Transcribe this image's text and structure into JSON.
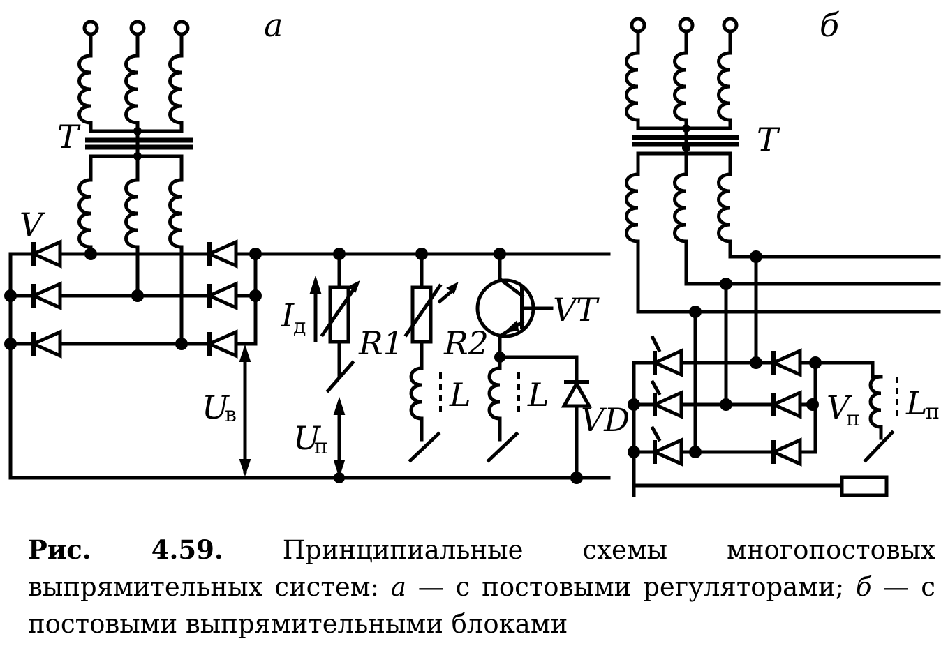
{
  "diagram": {
    "panel_a": {
      "letter": "а",
      "transformer": "T",
      "rectifier": "V",
      "current": "I",
      "current_sub": "д",
      "resistor1": "R1",
      "resistor2": "R2",
      "inductor1": "L",
      "inductor2": "L",
      "transistor": "VT",
      "diode": "VD",
      "voltage_rect": "U",
      "voltage_rect_sub": "в",
      "voltage_post": "U",
      "voltage_post_sub": "п"
    },
    "panel_b": {
      "letter": "б",
      "transformer": "T",
      "rectifier": "V",
      "rectifier_sub": "п",
      "inductor": "L",
      "inductor_sub": "п"
    }
  },
  "caption": {
    "label": "Рис. 4.59.",
    "part1": " Принципиальные схемы многопостовых выпрямительных систем: ",
    "a": "а",
    "part2": " — с постовыми регуляторами; ",
    "b": "б",
    "part3": " — с постовыми выпрямительными блоками"
  }
}
